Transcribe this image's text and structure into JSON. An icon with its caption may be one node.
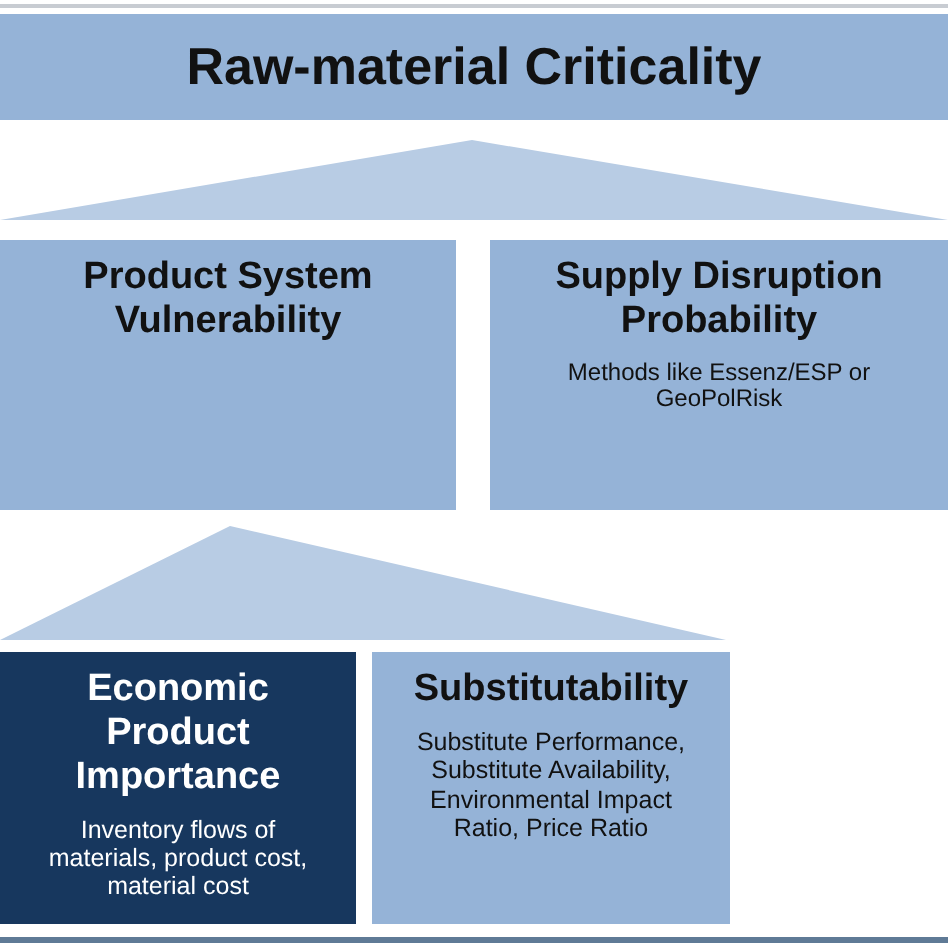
{
  "diagram": {
    "nodes": [
      {
        "text": [
          "Raw-material Criticality"
        ]
      },
      {
        "text": [],
        "shape": "triangle"
      },
      {
        "text": [
          "Product System Vulnerability"
        ]
      },
      {
        "text": [
          "Supply Disruption Probability",
          "Methods like Essenz/ESP or GeoPolRisk"
        ]
      },
      {
        "text": [],
        "shape": "triangle"
      },
      {
        "text": [
          "Economic Product Importance",
          "Inventory flows of materials, product cost, material cost"
        ]
      },
      {
        "text": [
          "Substitutability",
          "Substitute Performance, Substitute Availability, Environmental Impact Ratio, Price Ratio"
        ]
      }
    ]
  }
}
